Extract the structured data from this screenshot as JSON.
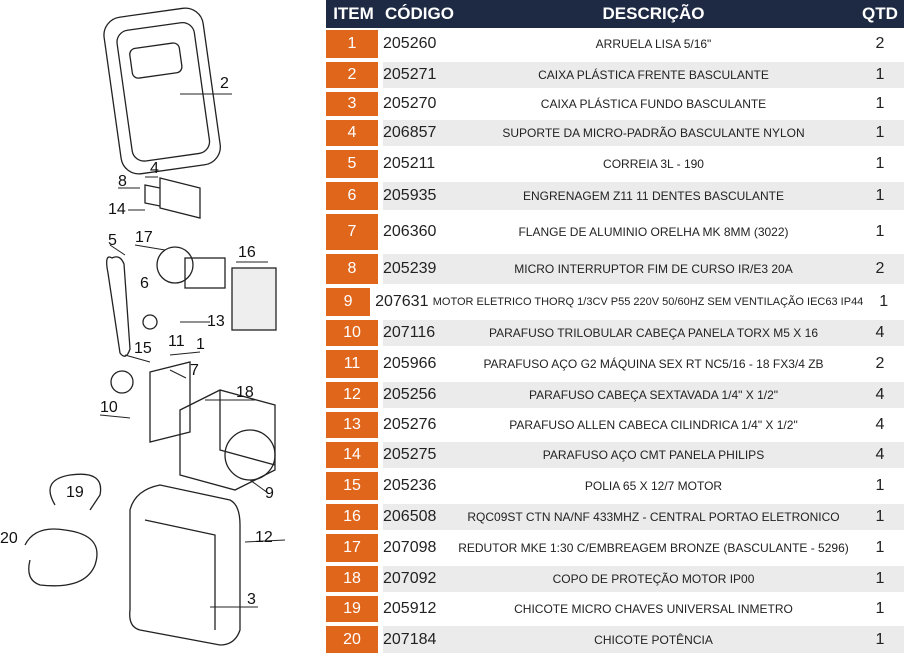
{
  "header": {
    "item": "ITEM",
    "code": "CÓDIGO",
    "desc": "DESCRIÇÃO",
    "qtd": "QTD"
  },
  "rows": [
    {
      "item": "1",
      "code": "205260",
      "desc": "ARRUELA LISA 5/16\"",
      "qtd": "2"
    },
    {
      "item": "2",
      "code": "205271",
      "desc": "CAIXA PLÁSTICA FRENTE BASCULANTE",
      "qtd": "1"
    },
    {
      "item": "3",
      "code": "205270",
      "desc": "CAIXA PLÁSTICA FUNDO BASCULANTE",
      "qtd": "1"
    },
    {
      "item": "4",
      "code": "206857",
      "desc": "SUPORTE DA MICRO-PADRÃO BASCULANTE NYLON",
      "qtd": "1"
    },
    {
      "item": "5",
      "code": "205211",
      "desc": "CORREIA 3L - 190",
      "qtd": "1"
    },
    {
      "item": "6",
      "code": "205935",
      "desc": "ENGRENAGEM Z11 11 DENTES BASCULANTE",
      "qtd": "1"
    },
    {
      "item": "7",
      "code": "206360",
      "desc": "FLANGE DE ALUMINIO ORELHA MK 8MM (3022)",
      "qtd": "1"
    },
    {
      "item": "8",
      "code": "205239",
      "desc": "MICRO INTERRUPTOR FIM DE CURSO IR/E3   20A",
      "qtd": "2"
    },
    {
      "item": "9",
      "code": "207631",
      "desc": "MOTOR ELETRICO THORQ 1/3CV P55 220V 50/60HZ SEM VENTILAÇÃO IEC63 IP44",
      "qtd": "1"
    },
    {
      "item": "10",
      "code": "207116",
      "desc": "PARAFUSO TRILOBULAR CABEÇA PANELA TORX M5 X 16",
      "qtd": "4"
    },
    {
      "item": "11",
      "code": "205966",
      "desc": "PARAFUSO AÇO G2 MÁQUINA SEX RT NC5/16 - 18 FX3/4 ZB",
      "qtd": "2"
    },
    {
      "item": "12",
      "code": "205256",
      "desc": "PARAFUSO CABEÇA SEXTAVADA 1/4\" X 1/2\"",
      "qtd": "4"
    },
    {
      "item": "13",
      "code": "205276",
      "desc": "PARAFUSO ALLEN CABECA CILINDRICA 1/4\" X 1/2\"",
      "qtd": "4"
    },
    {
      "item": "14",
      "code": "205275",
      "desc": "PARAFUSO AÇO CMT PANELA PHILIPS",
      "qtd": "4"
    },
    {
      "item": "15",
      "code": "205236",
      "desc": "POLIA 65 X 12/7  MOTOR",
      "qtd": "1"
    },
    {
      "item": "16",
      "code": "206508",
      "desc": "RQC09ST CTN NA/NF 433MHZ - CENTRAL PORTAO ELETRONICO",
      "qtd": "1"
    },
    {
      "item": "17",
      "code": "207098",
      "desc": "REDUTOR MKE 1:30 C/EMBREAGEM BRONZE (BASCULANTE - 5296)",
      "qtd": "1"
    },
    {
      "item": "18",
      "code": "207092",
      "desc": "COPO DE PROTEÇÃO MOTOR IP00",
      "qtd": "1"
    },
    {
      "item": "19",
      "code": "205912",
      "desc": "CHICOTE MICRO CHAVES UNIVERSAL  INMETRO",
      "qtd": "1"
    },
    {
      "item": "20",
      "code": "207184",
      "desc": "CHICOTE POTÊNCIA",
      "qtd": "1"
    }
  ],
  "callouts": [
    "1",
    "2",
    "3",
    "4",
    "5",
    "6",
    "7",
    "8",
    "9",
    "10",
    "11",
    "12",
    "13",
    "14",
    "15",
    "16",
    "17",
    "18",
    "19",
    "20"
  ],
  "colors": {
    "header": "#1e2a44",
    "item": "#e0661c",
    "alt": "#ebebeb"
  }
}
